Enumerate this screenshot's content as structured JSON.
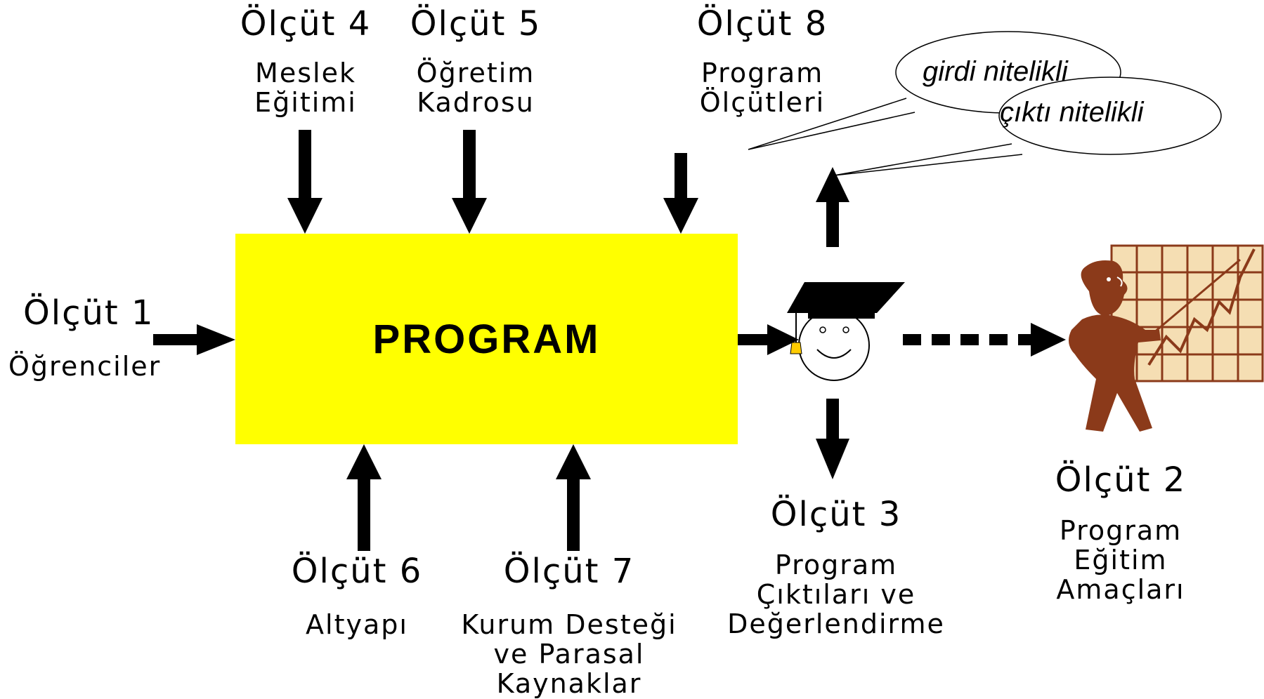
{
  "program": {
    "title": "PROGRAM",
    "color": "#ffff00"
  },
  "criteria": {
    "c1": {
      "title": "Ölçüt 1",
      "desc": "Öğrenciler"
    },
    "c2": {
      "title": "Ölçüt 2",
      "desc": "Program\nEğitim\nAmaçları"
    },
    "c3": {
      "title": "Ölçüt 3",
      "desc": "Program\nÇıktıları ve\nDeğerlendirme"
    },
    "c4": {
      "title": "Ölçüt 4",
      "desc": "Meslek\nEğitimi"
    },
    "c5": {
      "title": "Ölçüt 5",
      "desc": "Öğretim\nKadrosu"
    },
    "c6": {
      "title": "Ölçüt 6",
      "desc": "Altyapı"
    },
    "c7": {
      "title": "Ölçüt 7",
      "desc": "Kurum Desteği\nve Parasal\nKaynaklar"
    },
    "c8": {
      "title": "Ölçüt 8",
      "desc": "Program\nÖlçütleri"
    }
  },
  "bubbles": {
    "input": "girdi nitelikli",
    "output": "çıktı nitelikli"
  },
  "icons": {
    "graduate": "graduate-face-icon",
    "presenter": "businessman-chart-icon"
  },
  "colors": {
    "arrow": "#000000",
    "presenter": "#8b3a1a",
    "board": "#f5deb3"
  }
}
